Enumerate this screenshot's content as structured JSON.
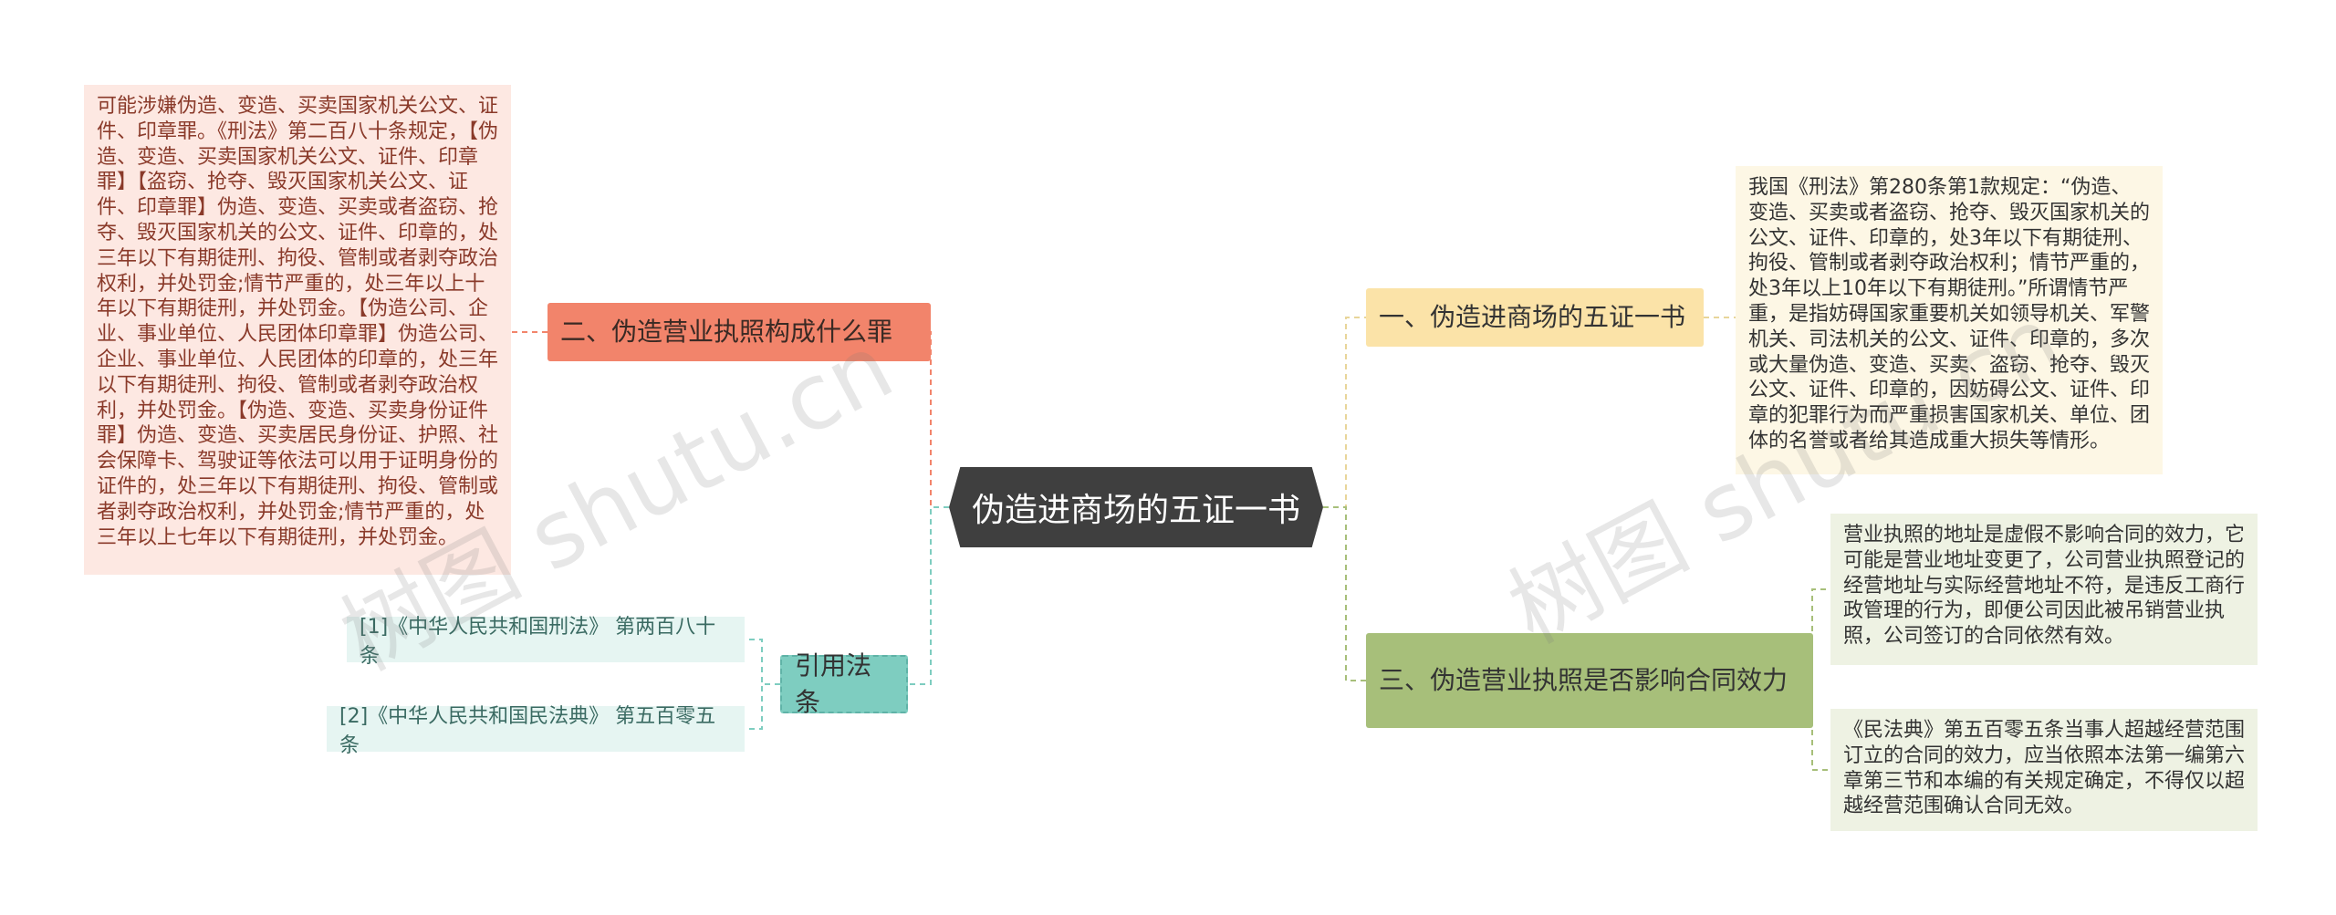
{
  "center": {
    "title": "伪造进商场的五证一书"
  },
  "branches": [
    {
      "id": "b-left-1",
      "label": "二、伪造营业执照构成什么罪",
      "color": "#f2846b"
    },
    {
      "id": "b-left-2",
      "label": "引用法条",
      "color": "#7ecdc0"
    },
    {
      "id": "b-right-1",
      "label": "一、伪造进商场的五证一书",
      "color": "#fbe3a8"
    },
    {
      "id": "b-right-3",
      "label": "三、伪造营业执照是否影响合同效力",
      "color": "#a7bf7a"
    }
  ],
  "leaves": {
    "left_1": "可能涉嫌伪造、变造、买卖国家机关公文、证件、印章罪。《刑法》第二百八十条规定，【伪造、变造、买卖国家机关公文、证件、印章罪】【盗窃、抢夺、毁灭国家机关公文、证件、印章罪】伪造、变造、买卖或者盗窃、抢夺、毁灭国家机关的公文、证件、印章的，处三年以下有期徒刑、拘役、管制或者剥夺政治权利，并处罚金;情节严重的，处三年以上十年以下有期徒刑，并处罚金。【伪造公司、企业、事业单位、人民团体印章罪】伪造公司、企业、事业单位、人民团体的印章的，处三年以下有期徒刑、拘役、管制或者剥夺政治权利，并处罚金。【伪造、变造、买卖身份证件罪】伪造、变造、买卖居民身份证、护照、社会保障卡、驾驶证等依法可以用于证明身份的证件的，处三年以下有期徒刑、拘役、管制或者剥夺政治权利，并处罚金;情节严重的，处三年以上七年以下有期徒刑，并处罚金。",
    "ref_1": "[1]《中华人民共和国刑法》 第两百八十条",
    "ref_2": "[2]《中华人民共和国民法典》 第五百零五条",
    "right_1": "我国《刑法》第280条第1款规定：“伪造、变造、买卖或者盗窃、抢夺、毁灭国家机关的公文、证件、印章的，处3年以下有期徒刑、拘役、管制或者剥夺政治权利；情节严重的，处3年以上10年以下有期徒刑。”所谓情节严重，是指妨碍国家重要机关如领导机关、军警机关、司法机关的公文、证件、印章的，多次或大量伪造、变造、买卖、盗窃、抢夺、毁灭公文、证件、印章的，因妨碍公文、证件、印章的犯罪行为而严重损害国家机关、单位、团体的名誉或者给其造成重大损失等情形。",
    "right_3a": "营业执照的地址是虚假不影响合同的效力，它可能是营业地址变更了，公司营业执照登记的经营地址与实际经营地址不符，是违反工商行政管理的行为，即便公司因此被吊销营业执照，公司签订的合同依然有效。",
    "right_3b": "《民法典》第五百零五条当事人超越经营范围订立的合同的效力，应当依照本法第一编第六章第三节和本编的有关规定确定，不得仅以超越经营范围确认合同无效。"
  },
  "watermark": "树图 shutu.cn",
  "colors": {
    "center": "#3f3f3f",
    "link_left_1": "#f2846b",
    "link_left_2": "#7ecdc0",
    "link_right_1": "#e8d59a",
    "link_right_3": "#a7bf7a"
  }
}
